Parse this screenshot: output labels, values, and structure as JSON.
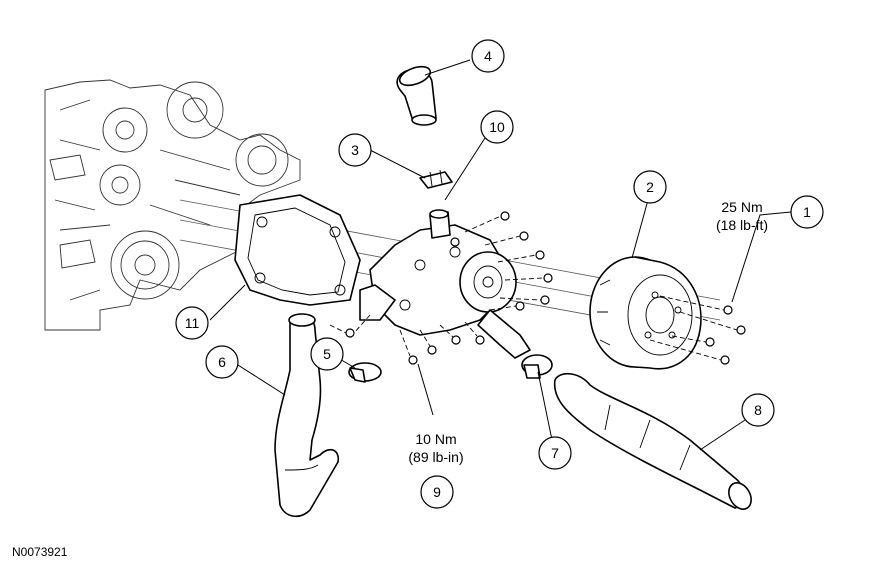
{
  "figure": {
    "reference_code": "N0073921"
  },
  "callouts": [
    {
      "id": "1",
      "label": "1"
    },
    {
      "id": "2",
      "label": "2"
    },
    {
      "id": "3",
      "label": "3"
    },
    {
      "id": "4",
      "label": "4"
    },
    {
      "id": "5",
      "label": "5"
    },
    {
      "id": "6",
      "label": "6"
    },
    {
      "id": "7",
      "label": "7"
    },
    {
      "id": "8",
      "label": "8"
    },
    {
      "id": "9",
      "label": "9"
    },
    {
      "id": "10",
      "label": "10"
    },
    {
      "id": "11",
      "label": "11"
    }
  ],
  "torque_specs": {
    "pulley_bolts": {
      "metric": "25 Nm",
      "imperial": "(18 lb-ft)"
    },
    "pump_bolts": {
      "metric": "10 Nm",
      "imperial": "(89 lb-in)"
    }
  }
}
